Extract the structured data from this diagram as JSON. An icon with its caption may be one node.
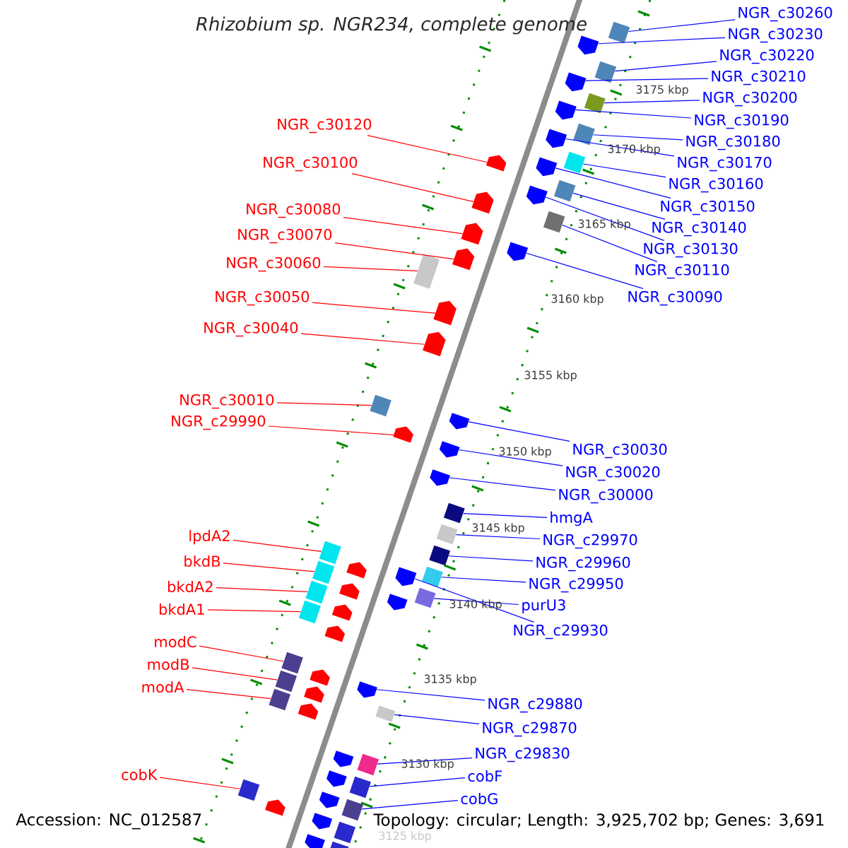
{
  "diagram": {
    "title": "*Rhizobium* sp. NGR234, complete genome",
    "nodes": [
      {
        "text": [
          "NGR_c30260"
        ]
      },
      {
        "text": [
          "NGR_c30230"
        ]
      },
      {
        "text": [
          "NGR_c30220"
        ]
      },
      {
        "text": [
          "NGR_c30210"
        ]
      },
      {
        "text": [
          "NGR_c30200"
        ]
      },
      {
        "text": [
          "NGR_c30190"
        ]
      },
      {
        "text": [
          "NGR_c30120"
        ]
      },
      {
        "text": [
          "NGR_c30180"
        ]
      },
      {
        "text": [
          "NGR_c30170"
        ]
      },
      {
        "text": [
          "NGR_c30100"
        ]
      },
      {
        "text": [
          "NGR_c30160"
        ]
      },
      {
        "text": [
          "NGR_c30150"
        ]
      },
      {
        "text": [
          "NGR_c30080"
        ]
      },
      {
        "text": [
          "NGR_c30140"
        ]
      },
      {
        "text": [
          "NGR_c30070"
        ]
      },
      {
        "text": [
          "NGR_c30130"
        ]
      },
      {
        "text": [
          "NGR_c30060"
        ]
      },
      {
        "text": [
          "NGR_c30110"
        ]
      },
      {
        "text": [
          "NGR_c30090"
        ]
      },
      {
        "text": [
          "NGR_c30050"
        ]
      },
      {
        "text": [
          "NGR_c30040"
        ]
      },
      {
        "text": [
          "NGR_c30010"
        ]
      },
      {
        "text": [
          "NGR_c29990"
        ]
      },
      {
        "text": [
          "NGR_c30030"
        ]
      },
      {
        "text": [
          "NGR_c30020"
        ]
      },
      {
        "text": [
          "NGR_c30000"
        ]
      },
      {
        "text": [
          "hmgA"
        ]
      },
      {
        "text": [
          "lpdA2"
        ]
      },
      {
        "text": [
          "NGR_c29970"
        ]
      },
      {
        "text": [
          "bkdB"
        ]
      },
      {
        "text": [
          "NGR_c29960"
        ]
      },
      {
        "text": [
          "NGR_c29950"
        ]
      },
      {
        "text": [
          "bkdA2"
        ]
      },
      {
        "text": [
          "purU3"
        ]
      },
      {
        "text": [
          "bkdA1"
        ]
      },
      {
        "text": [
          "NGR_c29930"
        ]
      },
      {
        "text": [
          "modC"
        ]
      },
      {
        "text": [
          "modB"
        ]
      },
      {
        "text": [
          "modA"
        ]
      },
      {
        "text": [
          "NGR_c29880"
        ]
      },
      {
        "text": [
          "NGR_c29870"
        ]
      },
      {
        "text": [
          "NGR_c29830"
        ]
      },
      {
        "text": [
          "cobK"
        ]
      },
      {
        "text": [
          "cobF"
        ]
      },
      {
        "text": [
          "cobG"
        ]
      },
      {
        "text": [],
        "shape": "box"
      },
      {
        "text": [],
        "shape": "arrow"
      },
      {
        "text": [],
        "shape": "box"
      },
      {
        "text": [],
        "shape": "arrow"
      },
      {
        "text": [],
        "shape": "box"
      },
      {
        "text": [],
        "shape": "arrow"
      },
      {
        "text": [],
        "shape": "arrow"
      },
      {
        "text": [],
        "shape": "box"
      },
      {
        "text": [],
        "shape": "arrow"
      },
      {
        "text": [],
        "shape": "arrow"
      },
      {
        "text": [],
        "shape": "box"
      },
      {
        "text": [],
        "shape": "arrow"
      },
      {
        "text": [],
        "shape": "arrow"
      },
      {
        "text": [],
        "shape": "box"
      },
      {
        "text": [],
        "shape": "arrow"
      },
      {
        "text": [],
        "shape": "arrow"
      },
      {
        "text": [],
        "shape": "box"
      },
      {
        "text": [],
        "shape": "box"
      },
      {
        "text": [],
        "shape": "arrow"
      },
      {
        "text": [],
        "shape": "arrow"
      },
      {
        "text": [],
        "shape": "arrow"
      },
      {
        "text": [],
        "shape": "box"
      },
      {
        "text": [],
        "shape": "arrow"
      },
      {
        "text": [],
        "shape": "arrow"
      },
      {
        "text": [],
        "shape": "arrow"
      },
      {
        "text": [],
        "shape": "arrow"
      },
      {
        "text": [],
        "shape": "box"
      },
      {
        "text": [],
        "shape": "box"
      },
      {
        "text": [],
        "shape": "box"
      },
      {
        "text": [],
        "shape": "box"
      },
      {
        "text": [],
        "shape": "box"
      },
      {
        "text": [],
        "shape": "box"
      },
      {
        "text": [],
        "shape": "box"
      },
      {
        "text": [],
        "shape": "box"
      },
      {
        "text": [],
        "shape": "box"
      },
      {
        "text": [],
        "shape": "arrow"
      },
      {
        "text": [],
        "shape": "box"
      },
      {
        "text": [],
        "shape": "box"
      },
      {
        "text": [],
        "shape": "box"
      },
      {
        "text": [],
        "shape": "arrow"
      },
      {
        "text": [],
        "shape": "box"
      },
      {
        "text": [],
        "shape": "box"
      },
      {
        "text": [],
        "shape": "box"
      },
      {
        "text": [],
        "shape": "box"
      },
      {
        "text": [],
        "shape": "box"
      },
      {
        "text": [],
        "shape": "arrow"
      },
      {
        "text": [],
        "shape": "arrow"
      },
      {
        "text": [],
        "shape": "arrow"
      },
      {
        "text": [],
        "shape": "arrow"
      },
      {
        "text": [],
        "shape": "arrow"
      },
      {
        "text": [],
        "shape": "arrow"
      },
      {
        "text": [],
        "shape": "arrow"
      },
      {
        "text": [],
        "shape": "arrow"
      },
      {
        "text": [],
        "shape": "arrow"
      },
      {
        "text": [],
        "shape": "arrow"
      },
      {
        "text": [],
        "shape": "arrow"
      },
      {
        "text": [],
        "shape": "arrow"
      },
      {
        "text": [],
        "shape": "arrow"
      },
      {
        "text": [],
        "shape": "box"
      },
      {
        "text": [],
        "shape": "arrow"
      },
      {
        "text": [],
        "shape": "box"
      }
    ],
    "edges": [
      {
        "from": 0,
        "to": 45,
        "arrow": "none"
      },
      {
        "from": 1,
        "to": 46,
        "arrow": "none"
      },
      {
        "from": 2,
        "to": 47,
        "arrow": "none"
      },
      {
        "from": 3,
        "to": 48,
        "arrow": "none"
      },
      {
        "from": 4,
        "to": 49,
        "arrow": "none"
      },
      {
        "from": 5,
        "to": 50,
        "arrow": "none"
      },
      {
        "from": 6,
        "to": 51,
        "arrow": "none",
        "color": "#ff0000"
      },
      {
        "from": 7,
        "to": 52,
        "arrow": "none"
      },
      {
        "from": 8,
        "to": 53,
        "arrow": "none"
      },
      {
        "from": 9,
        "to": 54,
        "arrow": "none",
        "color": "#ff0000"
      },
      {
        "from": 10,
        "to": 55,
        "arrow": "none"
      },
      {
        "from": 11,
        "to": 56,
        "arrow": "none"
      },
      {
        "from": 12,
        "to": 57,
        "arrow": "none",
        "color": "#ff0000"
      },
      {
        "from": 13,
        "to": 58,
        "arrow": "none"
      },
      {
        "from": 14,
        "to": 59,
        "arrow": "none",
        "color": "#ff0000"
      },
      {
        "from": 15,
        "to": 60,
        "arrow": "none"
      },
      {
        "from": 16,
        "to": 61,
        "arrow": "none",
        "color": "#ff0000"
      },
      {
        "from": 17,
        "to": 62,
        "arrow": "none"
      },
      {
        "from": 18,
        "to": 63,
        "arrow": "none"
      },
      {
        "from": 19,
        "to": 64,
        "arrow": "none",
        "color": "#ff0000"
      },
      {
        "from": 20,
        "to": 65,
        "arrow": "none",
        "color": "#ff0000"
      },
      {
        "from": 21,
        "to": 66,
        "arrow": "none",
        "color": "#ff0000"
      },
      {
        "from": 22,
        "to": 67,
        "arrow": "none",
        "color": "#ff0000"
      },
      {
        "from": 23,
        "to": 68,
        "arrow": "none"
      },
      {
        "from": 24,
        "to": 69,
        "arrow": "none"
      },
      {
        "from": 25,
        "to": 70,
        "arrow": "none"
      },
      {
        "from": 26,
        "to": 71,
        "arrow": "none"
      },
      {
        "from": 27,
        "to": 72,
        "arrow": "none",
        "color": "#ff0000"
      },
      {
        "from": 28,
        "to": 73,
        "arrow": "none"
      },
      {
        "from": 29,
        "to": 74,
        "arrow": "none",
        "color": "#ff0000"
      },
      {
        "from": 30,
        "to": 75,
        "arrow": "none"
      },
      {
        "from": 31,
        "to": 76,
        "arrow": "none"
      },
      {
        "from": 32,
        "to": 77,
        "arrow": "none",
        "color": "#ff0000"
      },
      {
        "from": 33,
        "to": 78,
        "arrow": "none"
      },
      {
        "from": 34,
        "to": 79,
        "arrow": "none",
        "color": "#ff0000"
      },
      {
        "from": 35,
        "to": 80,
        "arrow": "none"
      },
      {
        "from": 36,
        "to": 81,
        "arrow": "none",
        "color": "#ff0000"
      },
      {
        "from": 37,
        "to": 82,
        "arrow": "none",
        "color": "#ff0000"
      },
      {
        "from": 38,
        "to": 83,
        "arrow": "none",
        "color": "#ff0000"
      },
      {
        "from": 39,
        "to": 84,
        "arrow": "none"
      },
      {
        "from": 40,
        "to": 85,
        "arrow": "none"
      },
      {
        "from": 41,
        "to": 86,
        "arrow": "none"
      },
      {
        "from": 42,
        "to": 87,
        "arrow": "none",
        "color": "#ff0000"
      },
      {
        "from": 43,
        "to": 88,
        "arrow": "none"
      },
      {
        "from": 44,
        "to": 89,
        "arrow": "none"
      }
    ],
    "labels": [
      "3175 kbp",
      "3170 kbp",
      "3165 kbp",
      "3160 kbp",
      "3155 kbp",
      "3150 kbp",
      "3145 kbp",
      "3140 kbp",
      "3135 kbp",
      "3130 kbp",
      "3125 kbp",
      "Accession: NC_012587",
      "Topology: circular; Length: 3,925,702 bp; Genes: 3,691"
    ]
  }
}
